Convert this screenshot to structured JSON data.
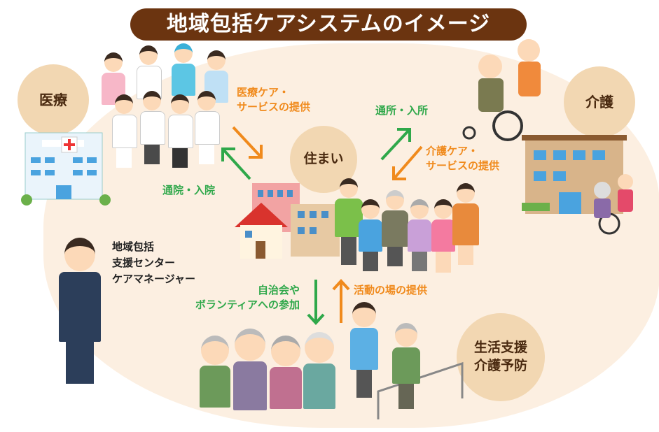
{
  "title": "地域包括ケアシステムのイメージ",
  "circles": {
    "medical": "医療",
    "care": "介護",
    "housing": "住まい",
    "support_line1": "生活支援",
    "support_line2": "介護予防"
  },
  "labels": {
    "medical_care_1": "医療ケア・",
    "medical_care_2": "サービスの提供",
    "hospital_visit": "通院・入院",
    "facility_visit": "通所・入所",
    "nursing_care_1": "介護ケア・",
    "nursing_care_2": "サービスの提供",
    "center_1": "地域包括",
    "center_2": "支援センター",
    "center_3": "ケアマネージャー",
    "volunteer_1": "自治会や",
    "volunteer_2": "ボランティアへの参加",
    "activity": "活動の場の提供"
  },
  "colors": {
    "title_bg": "#6b3410",
    "circle": "#f2d7b2",
    "orange": "#f08a1c",
    "green": "#2fa84a",
    "background": "#fcefe1"
  }
}
